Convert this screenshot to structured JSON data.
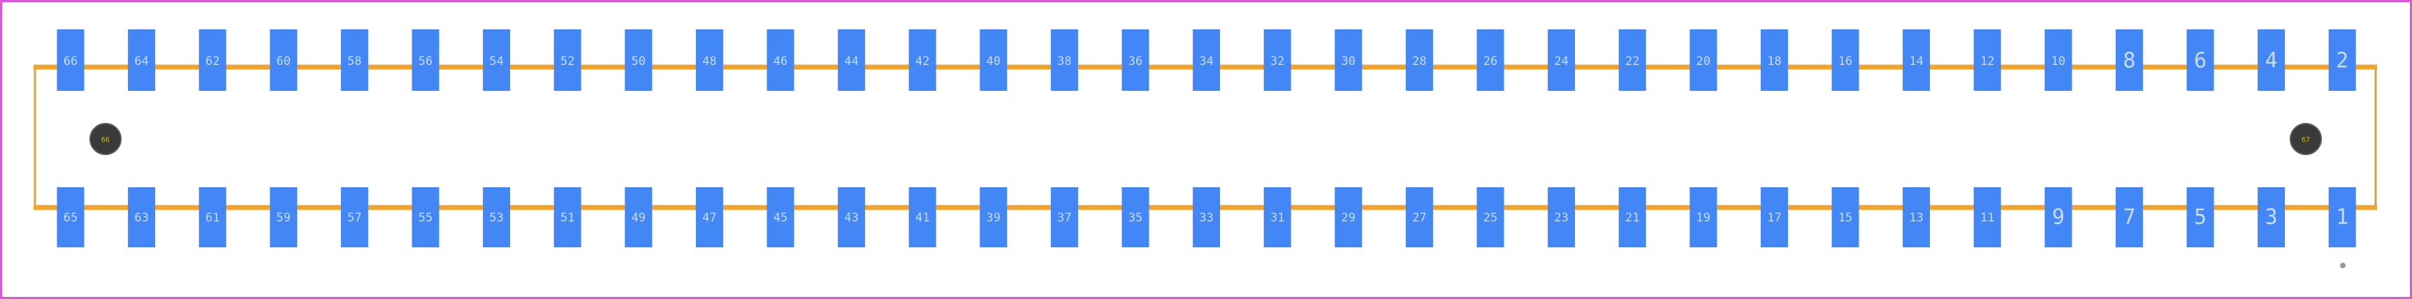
{
  "colors": {
    "background": "#ffffff",
    "border": "#d65ad6",
    "outline": "#f2a32c",
    "outline_thin": "#d9a048",
    "pad": "#4287f5",
    "pad_label": "#c7dcff",
    "hole_fill": "#3a3a3a",
    "hole_ring": "#5a5a5a",
    "hole_label": "#c8c020",
    "origin_marker": "#9a9a9a"
  },
  "pads": {
    "top_row": [
      "66",
      "64",
      "62",
      "60",
      "58",
      "56",
      "54",
      "52",
      "50",
      "48",
      "46",
      "44",
      "42",
      "40",
      "38",
      "36",
      "34",
      "32",
      "30",
      "28",
      "26",
      "24",
      "22",
      "20",
      "18",
      "16",
      "14",
      "12",
      "10",
      "8",
      "6",
      "4",
      "2"
    ],
    "bottom_row": [
      "65",
      "63",
      "61",
      "59",
      "57",
      "55",
      "53",
      "51",
      "49",
      "47",
      "45",
      "43",
      "41",
      "39",
      "37",
      "35",
      "33",
      "31",
      "29",
      "27",
      "25",
      "23",
      "21",
      "19",
      "17",
      "15",
      "13",
      "11",
      "9",
      "7",
      "5",
      "3",
      "1"
    ]
  },
  "holes": {
    "left_label": "66",
    "right_label": "67"
  }
}
